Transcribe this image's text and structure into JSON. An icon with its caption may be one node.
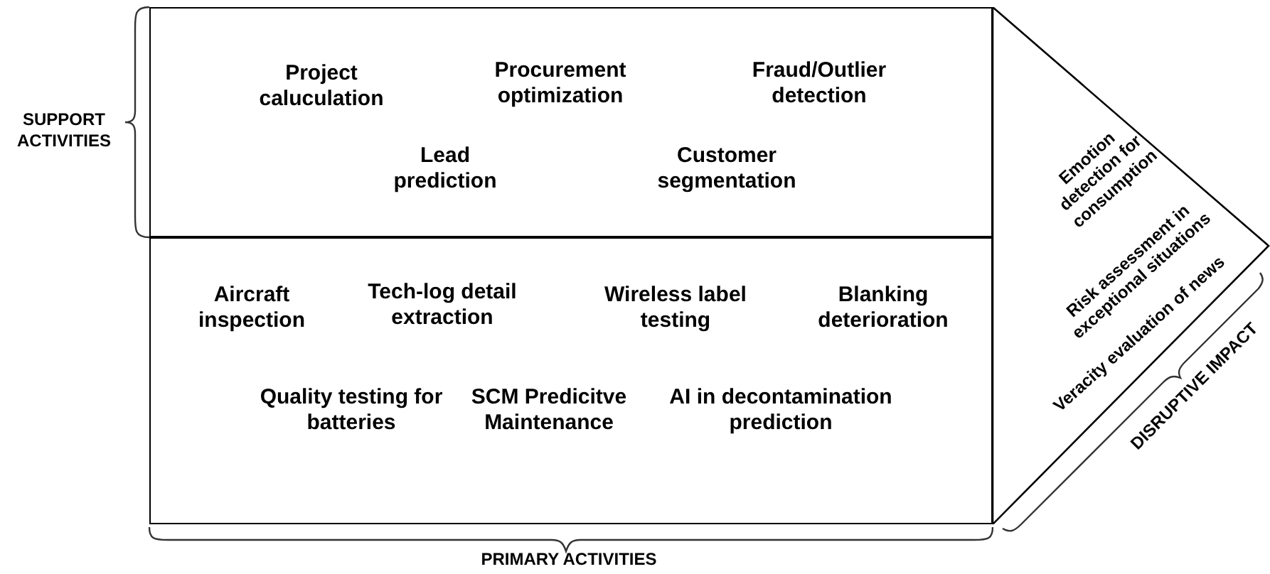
{
  "diagram": {
    "nodes": [
      {
        "text": [],
        "shape": "box",
        "beside": [
          "SUPPORT ACTIVITIES"
        ]
      },
      {
        "text": [
          "Project caluculation"
        ],
        "in": 0
      },
      {
        "text": [
          "Procurement optimization"
        ],
        "in": 0
      },
      {
        "text": [
          "Fraud/Outlier detection"
        ],
        "in": 0
      },
      {
        "text": [
          "Lead prediction"
        ],
        "in": 0
      },
      {
        "text": [
          "Customer segmentation"
        ],
        "in": 0
      },
      {
        "text": [],
        "shape": "box",
        "beside": [
          "PRIMARY ACTIVITIES"
        ]
      },
      {
        "text": [
          "Aircraft inspection"
        ],
        "in": 6
      },
      {
        "text": [
          "Tech-log detail extraction"
        ],
        "in": 6
      },
      {
        "text": [
          "Wireless label testing"
        ],
        "in": 6
      },
      {
        "text": [
          "Blanking deterioration"
        ],
        "in": 6
      },
      {
        "text": [
          "Quality testing for batteries"
        ],
        "in": 6
      },
      {
        "text": [
          "SCM Predicitve Maintenance"
        ],
        "in": 6
      },
      {
        "text": [
          "AI in decontamination prediction"
        ],
        "in": 6
      },
      {
        "text": [],
        "shape": "triangle",
        "beside": [
          "DISRUPTIVE IMPACT"
        ]
      },
      {
        "text": [
          "Emotion detection for consumption"
        ],
        "in": 14
      },
      {
        "text": [
          "Risk assessment in exceptional situations"
        ],
        "in": 14
      },
      {
        "text": [
          "Veracity evaluation of news"
        ],
        "in": 14
      }
    ]
  }
}
